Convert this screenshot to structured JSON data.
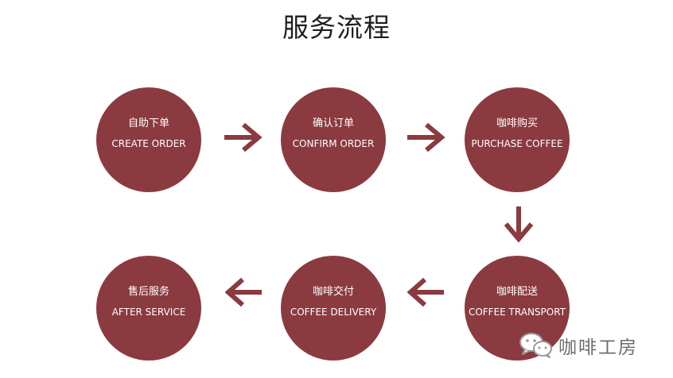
{
  "title": "服务流程",
  "steps": [
    {
      "zh": "自助下单",
      "en": "CREATE ORDER"
    },
    {
      "zh": "确认订单",
      "en": "CONFIRM ORDER"
    },
    {
      "zh": "咖啡购买",
      "en": "PURCHASE COFFEE"
    },
    {
      "zh": "咖啡配送",
      "en": "COFFEE TRANSPORT"
    },
    {
      "zh": "咖啡交付",
      "en": "COFFEE DELIVERY"
    },
    {
      "zh": "售后服务",
      "en": "AFTER SERVICE"
    }
  ],
  "watermark": {
    "text": "咖啡工房",
    "icon": "wechat-icon"
  },
  "colors": {
    "circle": "#8b3a40",
    "arrow": "#8b3a40",
    "text": "#ffffff"
  }
}
